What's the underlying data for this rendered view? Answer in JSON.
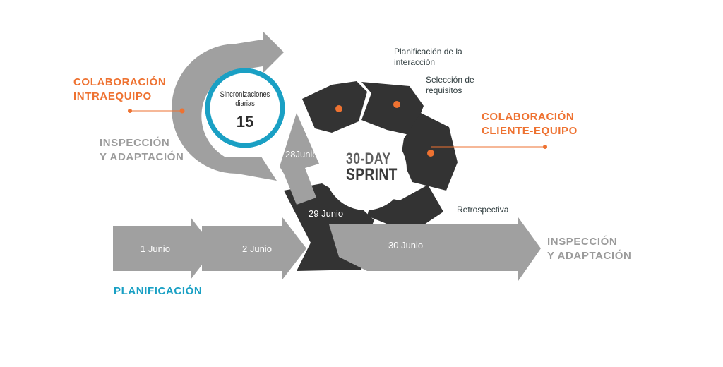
{
  "labels": {
    "colaboracion_intraequipo": [
      "COLABORACIÓN",
      "INTRAEQUIPO"
    ],
    "inspeccion_top": [
      "INSPECCIÓN",
      "Y ADAPTACIÓN"
    ],
    "sincronizaciones": [
      "Sincronizaciones",
      "diarias"
    ],
    "sincronizaciones_count": "15",
    "sprint_top": "30-DAY",
    "sprint_bottom": "SPRINT",
    "planificacion_interaccion": [
      "Planificación de la",
      "interacción"
    ],
    "seleccion_requisitos": [
      "Selección de",
      "requisitos"
    ],
    "colaboracion_cliente": [
      "COLABORACIÓN",
      "CLIENTE-EQUIPO"
    ],
    "retrospectiva": "Retrospectiva",
    "inspeccion_right": [
      "INSPECCIÓN",
      "Y ADAPTACIÓN"
    ],
    "planificacion": "PLANIFICACIÓN"
  },
  "dates": {
    "d1": "1 Junio",
    "d2": "2 Junio",
    "d28": "28Junio",
    "d29": "29 Junio",
    "d30": "30 Junio"
  },
  "colors": {
    "orange": "#ee7231",
    "grey": "#9b9b9b",
    "dark": "#333333",
    "blue": "#1aa0c4",
    "note": "#2e3b3d"
  }
}
